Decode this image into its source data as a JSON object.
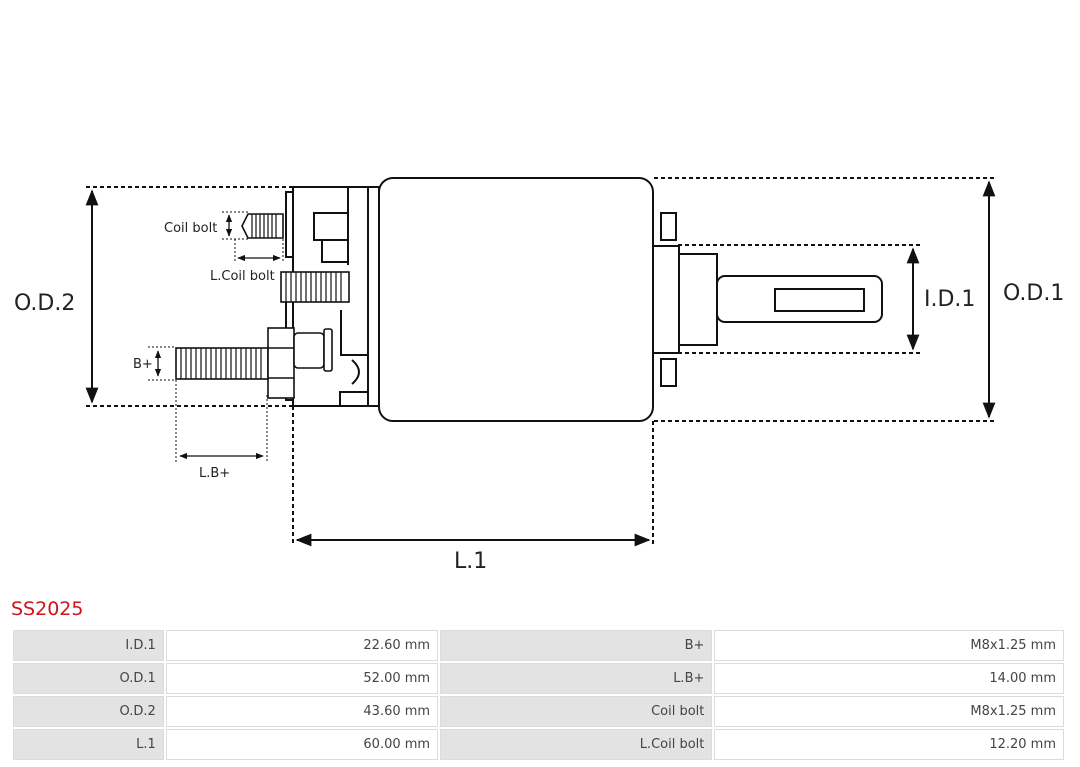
{
  "diagram": {
    "labels": {
      "od2": "O.D.2",
      "od1": "O.D.1",
      "id1": "I.D.1",
      "l1": "L.1",
      "coil_bolt": "Coil bolt",
      "l_coil_bolt": "L.Coil bolt",
      "b_plus": "B+",
      "l_b_plus": "L.B+"
    }
  },
  "part": {
    "code": "SS2025",
    "code_color": "#d0121b"
  },
  "specs": {
    "rows": [
      {
        "k1": "I.D.1",
        "v1": "22.60 mm",
        "k2": "B+",
        "v2": "M8x1.25 mm"
      },
      {
        "k1": "O.D.1",
        "v1": "52.00 mm",
        "k2": "L.B+",
        "v2": "14.00 mm"
      },
      {
        "k1": "O.D.2",
        "v1": "43.60 mm",
        "k2": "Coil bolt",
        "v2": "M8x1.25 mm"
      },
      {
        "k1": "L.1",
        "v1": "60.00 mm",
        "k2": "L.Coil bolt",
        "v2": "12.20 mm"
      }
    ]
  }
}
